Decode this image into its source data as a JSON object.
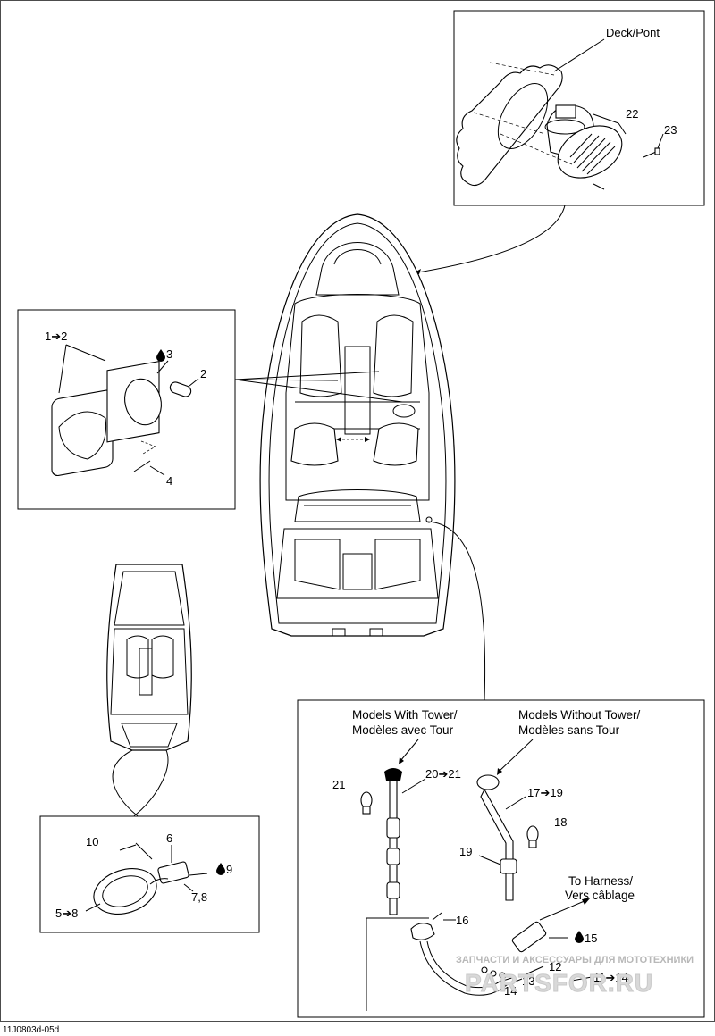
{
  "diagram_id": "11J0803d-05d",
  "callouts": {
    "deck": "Deck/Pont",
    "c22": "22",
    "c23": "23",
    "c1to2": "1➔2",
    "c3": "3",
    "c2": "2",
    "c4": "4",
    "c10": "10",
    "c6": "6",
    "c9": "9",
    "c5to8": "5➔8",
    "c78": "7,8",
    "c21": "21",
    "c20to21": "20➔21",
    "c17to19": "17➔19",
    "c18": "18",
    "c19": "19",
    "c16": "16",
    "c15": "15",
    "c12": "12",
    "c13": "13",
    "c14": "14",
    "c11to14": "11➔14"
  },
  "headers": {
    "with_tower_en": "Models With Tower/",
    "with_tower_fr": "Modèles avec Tour",
    "without_tower_en": "Models Without Tower/",
    "without_tower_fr": "Modèles sans Tour",
    "harness_en": "To Harness/",
    "harness_fr": "Vers câblage"
  },
  "watermark": {
    "line1": "ЗАПЧАСТИ И АКСЕССУАРЫ ДЛЯ МОТОТЕХНИКИ",
    "line2": "PARTSFOR.RU"
  },
  "icons": {
    "oil_drop": "oil-drop-icon",
    "arrow": "arrow-right-icon"
  }
}
